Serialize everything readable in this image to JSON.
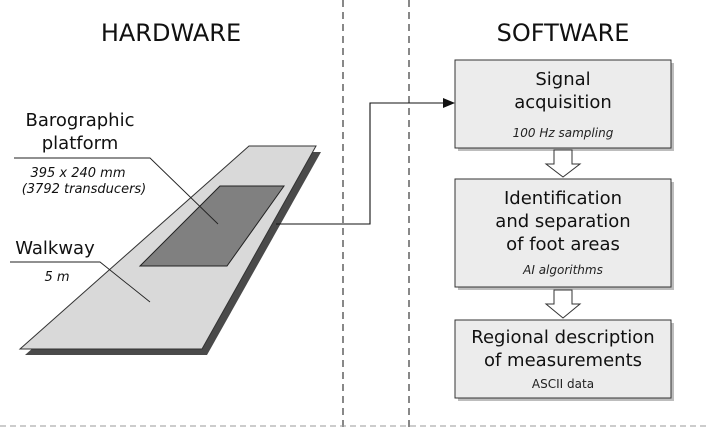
{
  "hardware": {
    "title": "HARDWARE",
    "platform": {
      "label_line1": "Barographic",
      "label_line2": "platform",
      "spec_line1": "395 x 240 mm",
      "spec_line2": "(3792 transducers)"
    },
    "walkway": {
      "label": "Walkway",
      "length": "5 m"
    }
  },
  "software": {
    "title": "SOFTWARE",
    "steps": [
      {
        "title_lines": [
          "Signal",
          "acquisition"
        ],
        "detail": "100 Hz sampling"
      },
      {
        "title_lines": [
          "Identification",
          "and separation",
          "of foot areas"
        ],
        "detail": "AI algorithms"
      },
      {
        "title_lines": [
          "Regional description",
          "of measurements"
        ],
        "detail": "ASCII data"
      }
    ]
  },
  "colors": {
    "box_fill": "#ececec",
    "walkway_fill": "#d9d9d9",
    "platform_fill": "#808080",
    "shadow": "#4a4a4a",
    "divider": "#555555"
  }
}
